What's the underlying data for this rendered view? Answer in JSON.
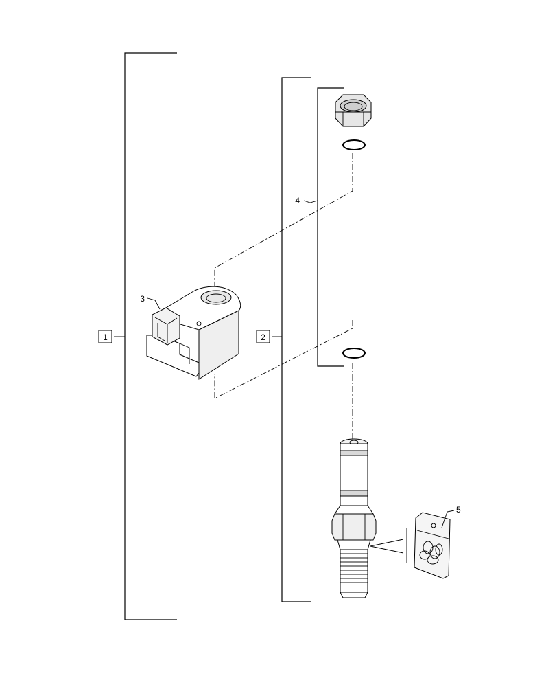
{
  "callouts": {
    "assembly_1": "1",
    "assembly_2": "2",
    "coil": "3",
    "seal_kit_bracket": "4",
    "seal_kit_bag": "5"
  }
}
